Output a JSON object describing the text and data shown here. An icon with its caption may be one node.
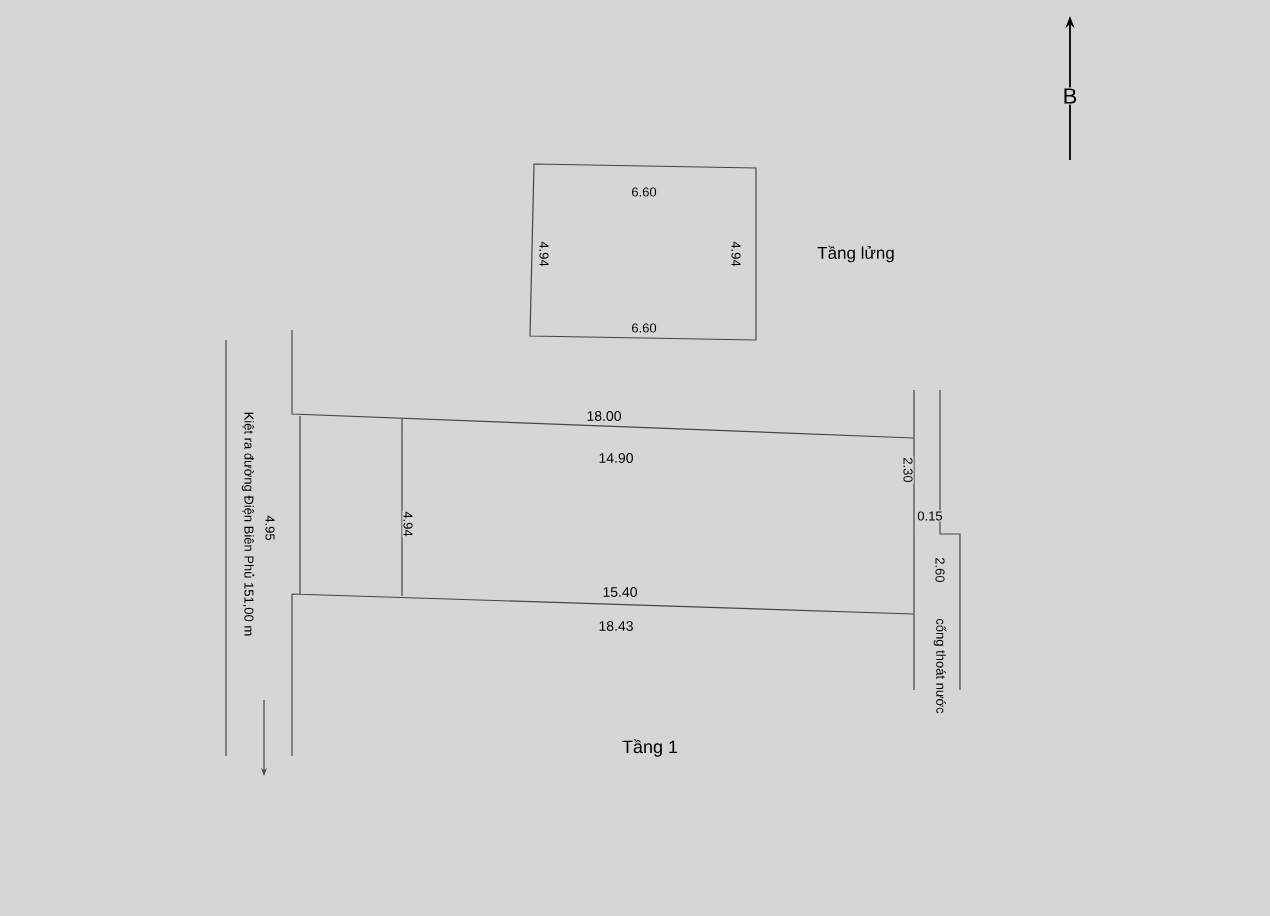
{
  "diagram": {
    "labels": [
      "B",
      "6.60",
      "4.94",
      "4.94",
      "Tầng lửng",
      "6.60",
      "18.00",
      "14.90",
      "2.30",
      "Kiệt ra đường Điện Biên Phủ 151,00 m",
      "4.95",
      "4.94",
      "0.15",
      "2.60",
      "cống thoát nước",
      "15.40",
      "18.43",
      "Tầng 1"
    ]
  }
}
